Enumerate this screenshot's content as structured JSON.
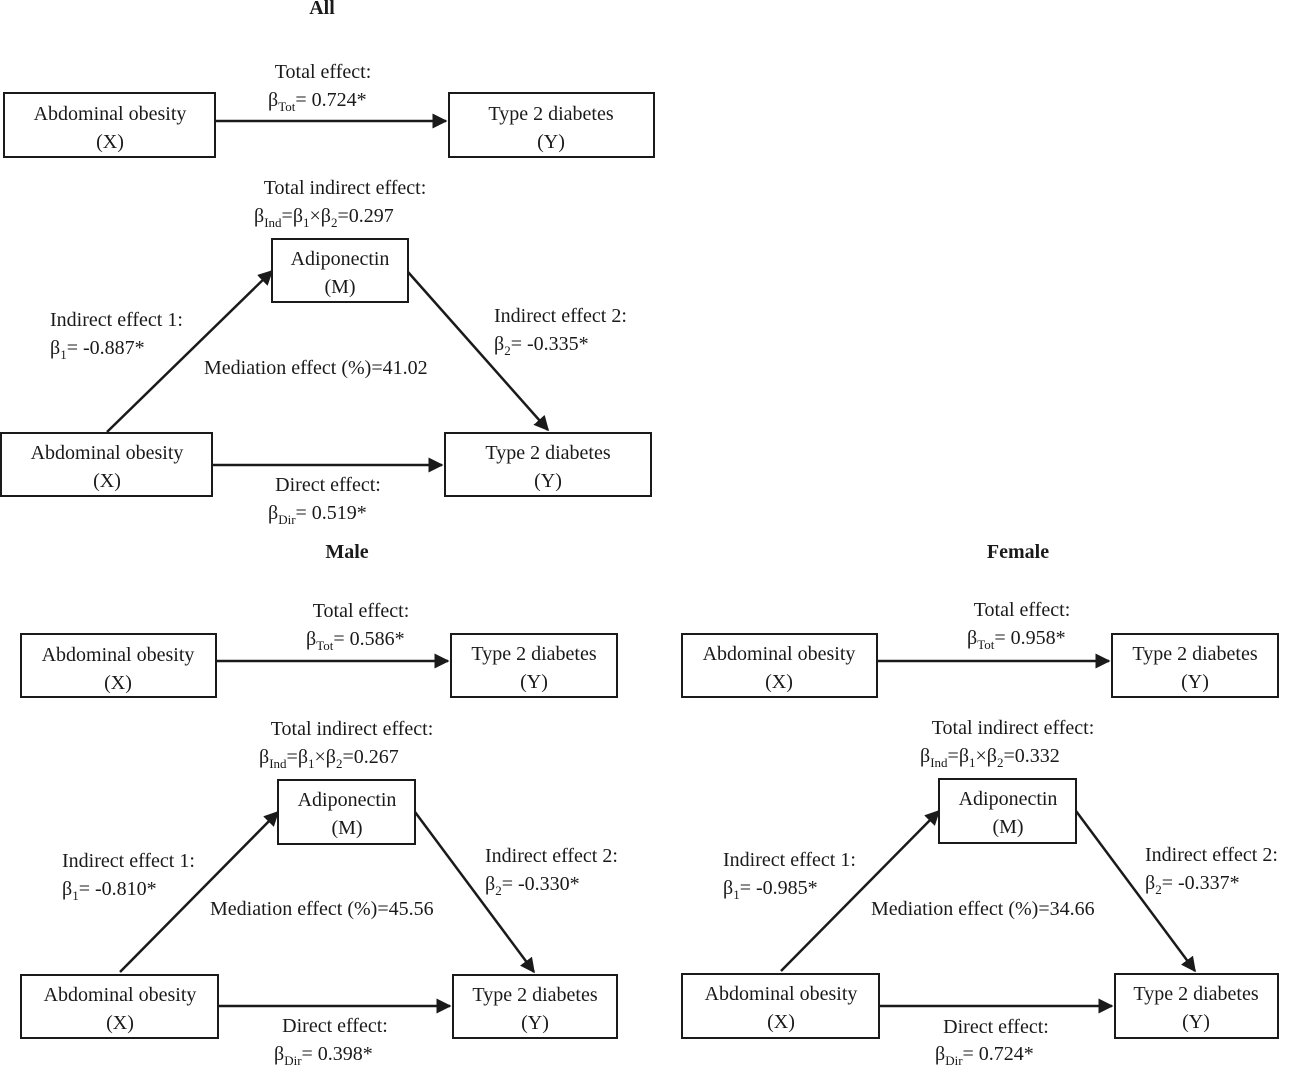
{
  "beta": "β",
  "times": "×",
  "x_label": "Abdominal obesity",
  "x_sub": "(X)",
  "y_label": "Type 2 diabetes",
  "y_sub": "(Y)",
  "m_label": "Adiponectin",
  "m_sub": "(M)",
  "total_effect_label": "Total effect:",
  "total_indirect_label": "Total indirect effect:",
  "indirect1_label": "Indirect effect 1:",
  "indirect2_label": "Indirect effect 2:",
  "direct_label": "Direct effect:",
  "mediation_label": "Mediation effect (%)=",
  "sub_tot": "Tot",
  "sub_ind": "Ind",
  "sub_dir": "Dir",
  "sub_1": "1",
  "sub_2": "2",
  "panels": [
    {
      "title": "All",
      "total": "= 0.724*",
      "indirect_product": "=0.297",
      "b1": "= -0.887*",
      "b2": "= -0.335*",
      "mediation": "41.02",
      "direct": "= 0.519*"
    },
    {
      "title": "Male",
      "total": "= 0.586*",
      "indirect_product": "=0.267",
      "b1": "= -0.810*",
      "b2": "= -0.330*",
      "mediation": "45.56",
      "direct": "= 0.398*"
    },
    {
      "title": "Female",
      "total": "= 0.958*",
      "indirect_product": "=0.332",
      "b1": "= -0.985*",
      "b2": "= -0.337*",
      "mediation": "34.66",
      "direct": "= 0.724*"
    }
  ]
}
